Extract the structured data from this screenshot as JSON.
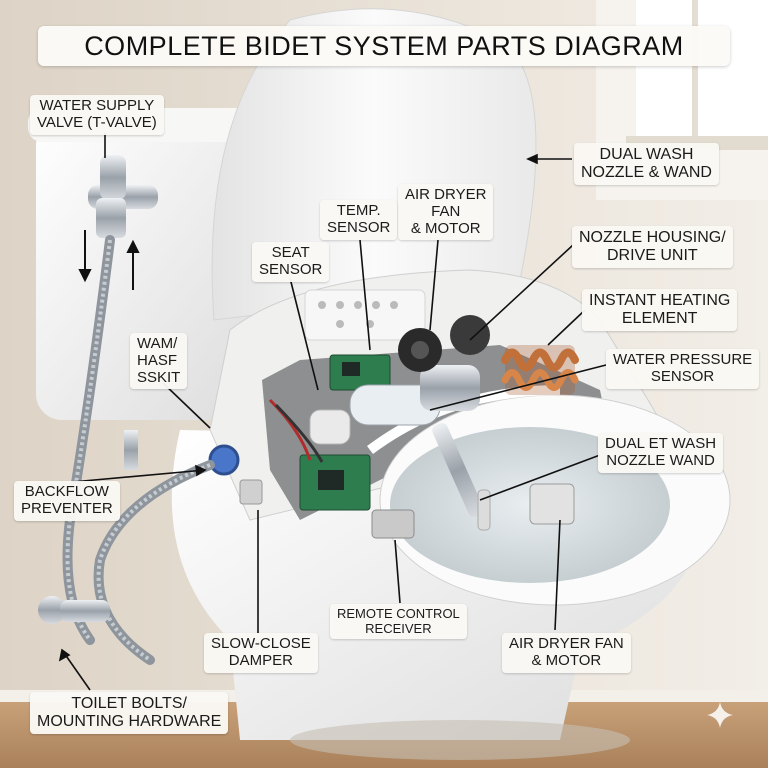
{
  "title": "COMPLETE BIDET SYSTEM PARTS DIAGRAM",
  "labels": {
    "water_supply_valve": [
      "WATER SUPPLY",
      "VALVE (T-VALVE)"
    ],
    "dual_wash_nozzle": [
      "DUAL WASH",
      "NOZZLE & WAND"
    ],
    "air_dryer_top": [
      "AIR DRYER",
      "FAN",
      "& MOTOR"
    ],
    "temp_sensor": [
      "TEMP.",
      "SENSOR"
    ],
    "nozzle_housing": [
      "NOZZLE HOUSING/",
      "DRIVE UNIT"
    ],
    "seat_sensor": [
      "SEAT",
      "SENSOR"
    ],
    "instant_heating": [
      "INSTANT HEATING",
      "ELEMENT"
    ],
    "wam_hasf": [
      "WAM/",
      "HASF",
      "SSKIT"
    ],
    "water_pressure": [
      "WATER PRESSURE",
      "SENSOR"
    ],
    "dual_et_wash": [
      "DUAL ET WASH",
      "NOZZLE WAND"
    ],
    "backflow": [
      "BACKFLOW",
      "PREVENTER"
    ],
    "remote_receiver": [
      "REMOTE CONTROL",
      "RECEIVER"
    ],
    "slow_close": [
      "SLOW-CLOSE",
      "DAMPER"
    ],
    "air_dryer_bottom": [
      "AIR DRYER FAN",
      "& MOTOR"
    ],
    "toilet_bolts": [
      "TOILET BOLTS/",
      "MOUNTING HARDWARE"
    ]
  },
  "colors": {
    "wall": "#e9e1d6",
    "porcelain": "#f4f4f2",
    "label_bg": "#faf8f4",
    "copper": "#c2703a",
    "pcb_green": "#2e7d4f",
    "chrome": "#b9bfc6"
  }
}
